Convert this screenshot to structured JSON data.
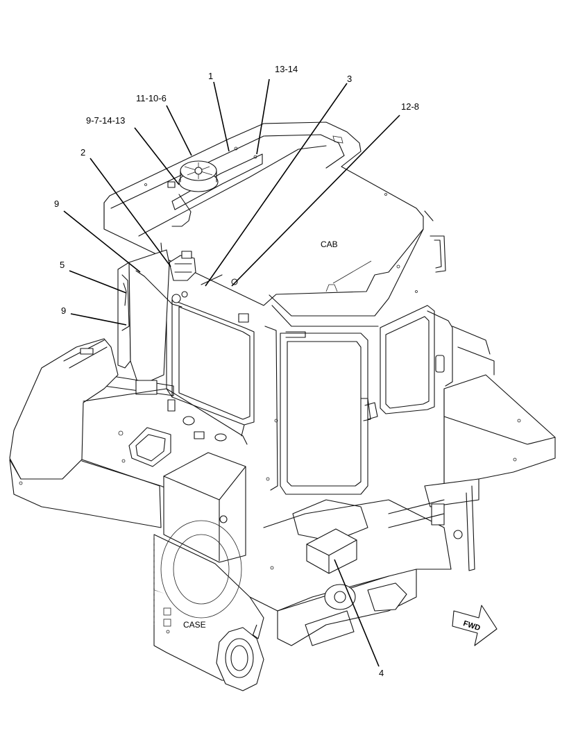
{
  "labels": {
    "cab": "CAB",
    "case": "CASE",
    "fwd": "FWD"
  },
  "callouts": [
    {
      "id": "c1",
      "text": "1"
    },
    {
      "id": "c1314",
      "text": "13-14"
    },
    {
      "id": "c3",
      "text": "3"
    },
    {
      "id": "c11106",
      "text": "11-10-6"
    },
    {
      "id": "c128",
      "text": "12-8"
    },
    {
      "id": "c971413",
      "text": "9-7-14-13"
    },
    {
      "id": "c2",
      "text": "2"
    },
    {
      "id": "c9a",
      "text": "9"
    },
    {
      "id": "c5",
      "text": "5"
    },
    {
      "id": "c9b",
      "text": "9"
    },
    {
      "id": "c4",
      "text": "4"
    }
  ],
  "icons": {
    "fwd_arrow": "arrow-right-icon"
  }
}
